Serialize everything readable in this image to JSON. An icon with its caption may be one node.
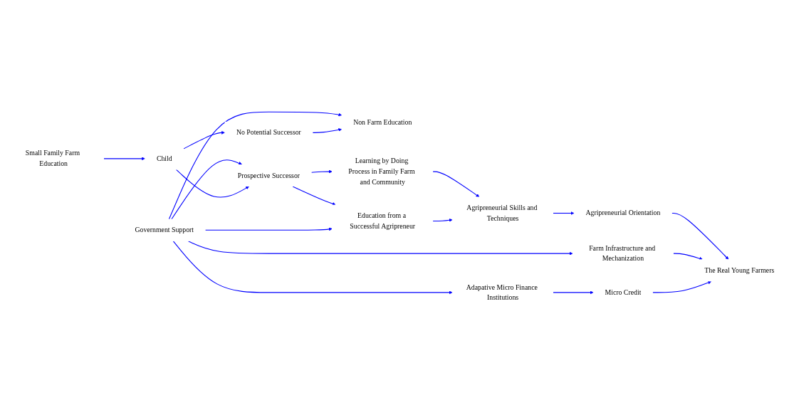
{
  "diagram": {
    "nodes": [
      {
        "text": [
          "Small Family Farm Education"
        ]
      },
      {
        "text": [
          "Non Farm Education"
        ]
      },
      {
        "text": [
          "No Potential Successor"
        ]
      },
      {
        "text": [
          "Adapative Micro Finance Institutions"
        ]
      },
      {
        "text": [
          "Child"
        ]
      },
      {
        "text": [
          "Government Support"
        ]
      },
      {
        "text": [
          "Micro Credit"
        ]
      },
      {
        "text": [
          "Farm Infrastructure and Mechanization"
        ]
      },
      {
        "text": [
          "Prospective Successor"
        ]
      },
      {
        "text": [
          "Education from a Successful Agripreneur"
        ]
      },
      {
        "text": [
          "The Real Young Farmers"
        ]
      },
      {
        "text": [
          "Learning by Doing Process in Family Farm and Community"
        ]
      },
      {
        "text": [
          "Agripreneurial Skills and Techniques"
        ]
      },
      {
        "text": [
          "Agripreneurial Orientation"
        ]
      }
    ],
    "edges": [
      {
        "from": 0,
        "to": 4,
        "arrow": "to"
      },
      {
        "from": 4,
        "to": 2,
        "arrow": "to"
      },
      {
        "from": 2,
        "to": 1,
        "arrow": "to"
      },
      {
        "from": 4,
        "to": 8,
        "arrow": "to"
      },
      {
        "from": 5,
        "to": 1,
        "arrow": "to"
      },
      {
        "from": 5,
        "to": 3,
        "arrow": "to"
      },
      {
        "from": 3,
        "to": 6,
        "arrow": "to"
      },
      {
        "from": 5,
        "to": 7,
        "arrow": "to"
      },
      {
        "from": 5,
        "to": 8,
        "arrow": "to"
      },
      {
        "from": 5,
        "to": 9,
        "arrow": "to"
      },
      {
        "from": 6,
        "to": 10,
        "arrow": "to"
      },
      {
        "from": 7,
        "to": 10,
        "arrow": "to"
      },
      {
        "from": 8,
        "to": 11,
        "arrow": "to"
      },
      {
        "from": 8,
        "to": 9,
        "arrow": "to"
      },
      {
        "from": 9,
        "to": 12,
        "arrow": "to"
      },
      {
        "from": 11,
        "to": 12,
        "arrow": "to"
      },
      {
        "from": 12,
        "to": 13,
        "arrow": "to"
      },
      {
        "from": 13,
        "to": 10,
        "arrow": "to"
      }
    ]
  }
}
